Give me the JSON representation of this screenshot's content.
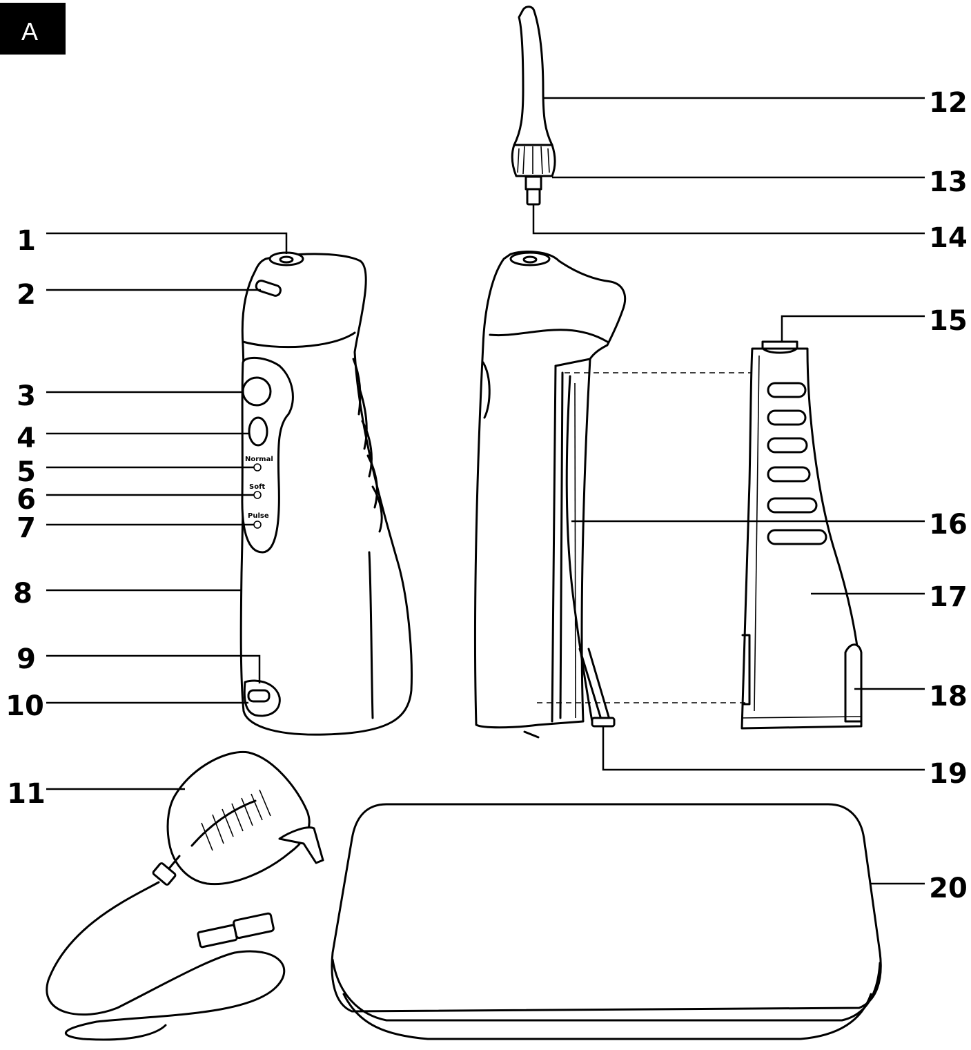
{
  "figure": {
    "panel_letter": "A"
  },
  "labels": {
    "n1": "1",
    "n2": "2",
    "n3": "3",
    "n4": "4",
    "n5": "5",
    "n6": "6",
    "n7": "7",
    "n8": "8",
    "n9": "9",
    "n10": "10",
    "n11": "11",
    "n12": "12",
    "n13": "13",
    "n14": "14",
    "n15": "15",
    "n16": "16",
    "n17": "17",
    "n18": "18",
    "n19": "19",
    "n20": "20"
  },
  "device_text": {
    "normal": "Normal",
    "soft": "Soft",
    "pulse": "Pulse"
  },
  "colors": {
    "ink": "#000000",
    "paper": "#ffffff"
  }
}
